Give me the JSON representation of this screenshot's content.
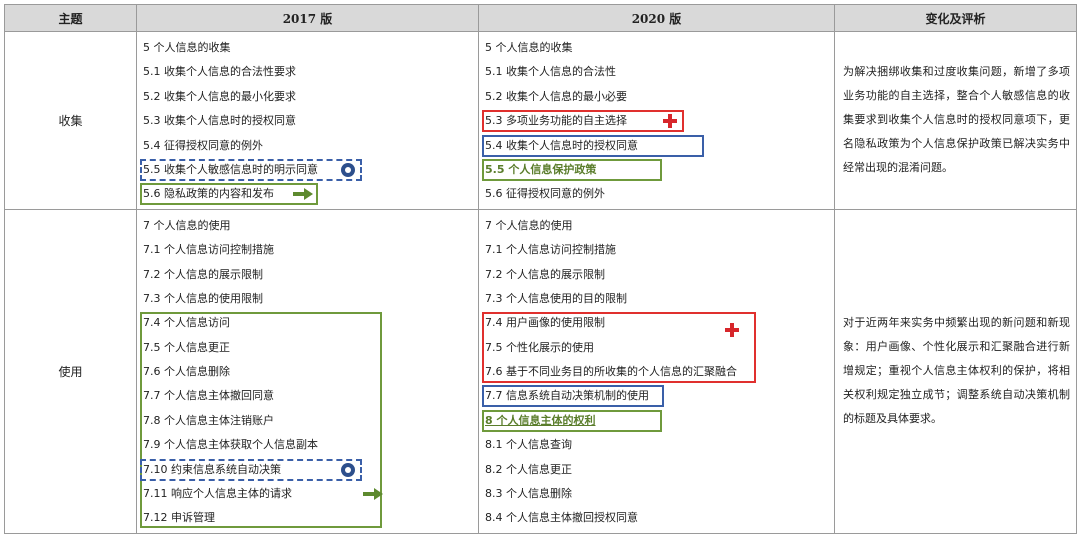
{
  "header": {
    "topic": "主题",
    "v2017": "2017 版",
    "v2020": "2020 版",
    "change": "变化及评析"
  },
  "rows": [
    {
      "topic": "收集",
      "items2017": [
        "5 个人信息的收集",
        "5.1 收集个人信息的合法性要求",
        "5.2 收集个人信息的最小化要求",
        "5.3 收集个人信息时的授权同意",
        "5.4 征得授权同意的例外",
        "5.5 收集个人敏感信息时的明示同意",
        "5.6 隐私政策的内容和发布"
      ],
      "items2020": [
        "5 个人信息的收集",
        "5.1 收集个人信息的合法性",
        "5.2 收集个人信息的最小必要",
        "5.3 多项业务功能的自主选择",
        "5.4 收集个人信息时的授权同意",
        "5.5 个人信息保护政策",
        "5.6 征得授权同意的例外"
      ],
      "comment": "为解决捆绑收集和过度收集问题，新增了多项业务功能的自主选择，整合个人敏感信息的收集要求到收集个人信息时的授权同意项下，更名隐私政策为个人信息保护政策已解决实务中经常出现的混淆问题。"
    },
    {
      "topic": "使用",
      "items2017": [
        "7 个人信息的使用",
        "7.1 个人信息访问控制措施",
        "7.2 个人信息的展示限制",
        "7.3 个人信息的使用限制",
        "7.4 个人信息访问",
        "7.5 个人信息更正",
        "7.6 个人信息删除",
        "7.7 个人信息主体撤回同意",
        "7.8 个人信息主体注销账户",
        "7.9 个人信息主体获取个人信息副本",
        "7.10 约束信息系统自动决策",
        "7.11 响应个人信息主体的请求",
        "7.12 申诉管理"
      ],
      "items2020": [
        "7 个人信息的使用",
        "7.1 个人信息访问控制措施",
        "7.2 个人信息的展示限制",
        "7.3 个人信息使用的目的限制",
        "7.4 用户画像的使用限制",
        "7.5 个性化展示的使用",
        "7.6 基于不同业务目的所收集的个人信息的汇聚融合",
        "7.7 信息系统自动决策机制的使用",
        "8 个人信息主体的权利",
        "8.1 个人信息查询",
        "8.2 个人信息更正",
        "8.3 个人信息删除",
        "8.4 个人信息主体撤回授权同意"
      ],
      "comment": "对于近两年来实务中频繁出现的新问题和新现象：用户画像、个性化展示和汇聚融合进行新增规定；重视个人信息主体权利的保护，将相关权利规定独立成节；调整系统自动决策机制的标题及具体要求。"
    }
  ],
  "colors": {
    "red": "#e0302e",
    "blue": "#3a5fa8",
    "green": "#6f9a3c",
    "header_bg": "#d9d9d9"
  },
  "icons": [
    "plus-icon",
    "circle-icon",
    "arrow-right-icon"
  ]
}
